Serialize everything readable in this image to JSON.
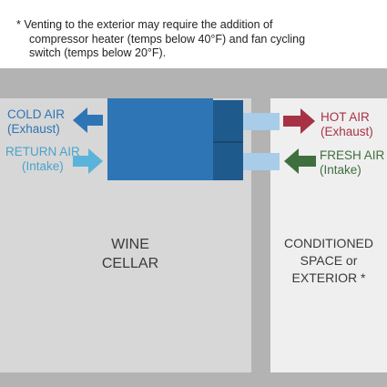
{
  "note": {
    "line1": "* Venting to the exterior may require the addition of",
    "line2": "compressor heater (temps below 40°F) and fan cycling",
    "line3": "switch (temps below 20°F)."
  },
  "labels": {
    "cold_air": {
      "line1": "COLD AIR",
      "line2": "(Exhaust)"
    },
    "return_air": {
      "line1": "RETURN AIR",
      "line2": "(Intake)"
    },
    "hot_air": {
      "line1": "HOT AIR",
      "line2": "(Exhaust)"
    },
    "fresh_air": {
      "line1": "FRESH AIR",
      "line2": "(Intake)"
    }
  },
  "rooms": {
    "wine_cellar": {
      "line1": "WINE",
      "line2": "CELLAR"
    },
    "conditioned": {
      "line1": "CONDITIONED",
      "line2": "SPACE or",
      "line3": "EXTERIOR *"
    }
  },
  "colors": {
    "wall": "#b3b3b3",
    "cellar_fill": "#d7d7d7",
    "exterior_fill": "#efefef",
    "unit_body": "#2e75b6",
    "unit_end": "#1f5a8c",
    "duct": "#a9cde8",
    "cold_air": "#2e75b6",
    "return_air": "#5cb3d9",
    "hot_air": "#a83245",
    "fresh_air": "#3f6f3f"
  },
  "icons": {
    "cold_air_arrow": "arrow-left-icon",
    "return_air_arrow": "arrow-right-icon",
    "hot_air_arrow": "arrow-right-icon",
    "fresh_air_arrow": "arrow-left-icon"
  }
}
